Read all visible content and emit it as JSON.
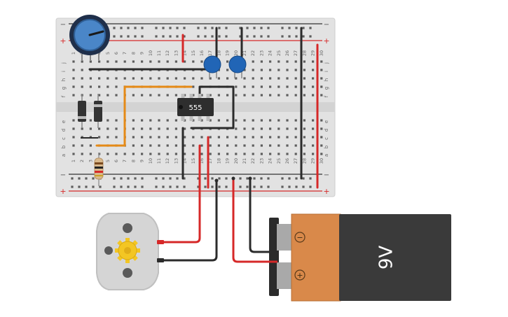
{
  "breadboard": {
    "row_letters_top": [
      "j",
      "i",
      "h",
      "g",
      "f"
    ],
    "row_letters_bottom": [
      "e",
      "d",
      "c",
      "b",
      "a"
    ],
    "column_numbers": [
      "1",
      "2",
      "3",
      "4",
      "5",
      "6",
      "7",
      "8",
      "9",
      "10",
      "11",
      "12",
      "13",
      "14",
      "15",
      "16",
      "17",
      "18",
      "19",
      "20",
      "21",
      "22",
      "23",
      "24",
      "25",
      "26",
      "27",
      "28",
      "29",
      "30"
    ],
    "rail_plus": "+",
    "rail_minus": "−"
  },
  "ic": {
    "label": "555"
  },
  "battery": {
    "label": "9V",
    "plus_symbol": "+",
    "minus_symbol": "−"
  },
  "colors": {
    "wire_red": "#d62828",
    "wire_black": "#2b2b2b",
    "wire_orange": "#e58a17",
    "capacitor_blue": "#2165b6",
    "potentiometer_blue": "#4a86c8",
    "battery_copper": "#d9894a",
    "battery_body": "#3a3a3a",
    "motor_body": "#d5d5d5",
    "gear_yellow": "#f3c623",
    "breadboard": "#e2e2e2"
  }
}
